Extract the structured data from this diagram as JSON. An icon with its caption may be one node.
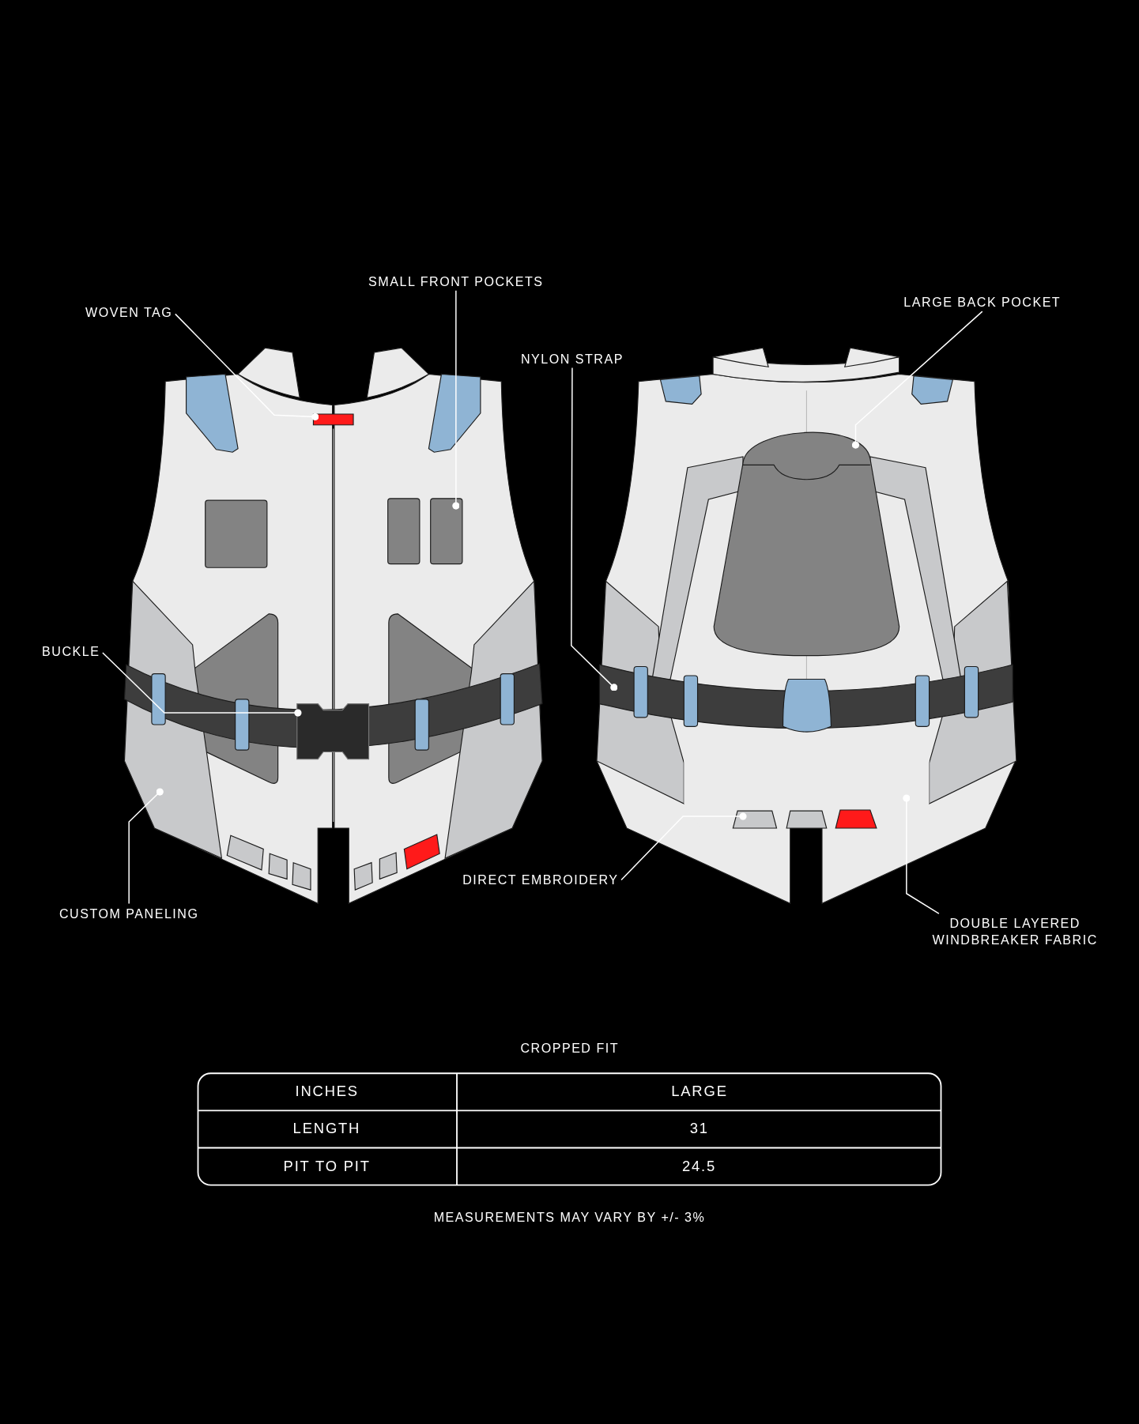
{
  "diagram": {
    "nodes": [
      {
        "text": [
          "WOVEN TAG"
        ]
      },
      {
        "text": [],
        "shape": "box"
      },
      {
        "text": [
          "SMALL FRONT POCKETS"
        ]
      },
      {
        "text": [],
        "shape": "box"
      },
      {
        "text": [
          "LARGE BACK POCKET"
        ]
      },
      {
        "text": [],
        "shape": "box"
      },
      {
        "text": [
          "NYLON STRAP"
        ]
      },
      {
        "text": [],
        "shape": "bar"
      },
      {
        "text": [
          "BUCKLE"
        ]
      },
      {
        "text": [],
        "shape": "box"
      },
      {
        "text": [
          "CUSTOM PANELING"
        ]
      },
      {
        "text": [],
        "shape": "box"
      },
      {
        "text": [
          "DIRECT EMBROIDERY"
        ]
      },
      {
        "text": [],
        "shape": "box",
        "in": 15
      },
      {
        "text": [
          "DOUBLE LAYERED WINDBREAKER FABRIC"
        ]
      },
      {
        "text": [],
        "shape": "box"
      },
      {
        "text": [],
        "shape": "box",
        "in": 15
      },
      {
        "text": [],
        "shape": "box",
        "in": 15
      },
      {
        "text": [],
        "shape": "box"
      },
      {
        "text": [],
        "shape": "box"
      }
    ],
    "edges": [
      {
        "from": 0,
        "to": 1,
        "arrow": "other"
      },
      {
        "from": 2,
        "to": 3,
        "arrow": "other"
      },
      {
        "from": 4,
        "to": 5,
        "arrow": "other"
      },
      {
        "from": 6,
        "to": 7,
        "arrow": "other"
      },
      {
        "from": 8,
        "to": 9,
        "arrow": "other"
      },
      {
        "from": 10,
        "to": 11,
        "arrow": "other"
      },
      {
        "from": 12,
        "to": 13,
        "arrow": "other"
      },
      {
        "from": 14,
        "to": 15,
        "arrow": "other"
      }
    ],
    "labels": [
      "CROPPED FIT",
      "INCHES",
      "LARGE",
      "LENGTH",
      "31",
      "PIT TO PIT",
      "24.5",
      "MEASUREMENTS MAY VARY BY +/- 3%"
    ]
  }
}
